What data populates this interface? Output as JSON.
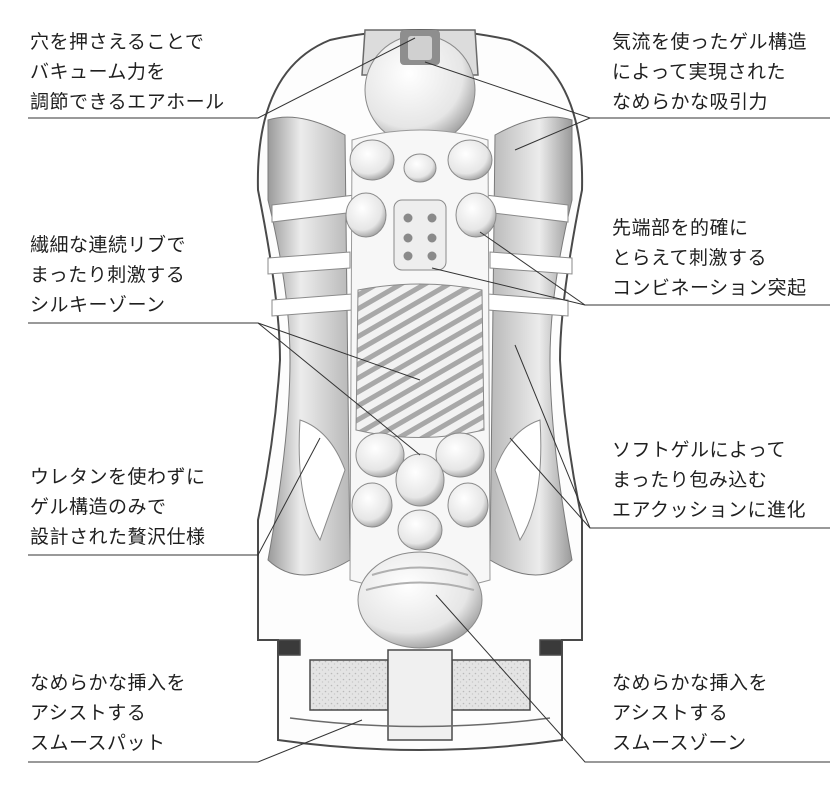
{
  "callouts": {
    "vacuum_hole": {
      "lines": [
        "穴を押さえることで",
        "バキューム力を",
        "調節できるエアホール"
      ]
    },
    "air_gel": {
      "lines": [
        "気流を使ったゲル構造",
        "によって実現された",
        "なめらかな吸引力"
      ]
    },
    "silky_zone": {
      "lines": [
        "繊細な連続リブで",
        "まったり刺激する",
        "シルキーゾーン"
      ]
    },
    "tip_zone": {
      "lines": [
        "先端部を的確に",
        "とらえて刺激する",
        "コンビネーション突起"
      ]
    },
    "urethane_free": {
      "lines": [
        "ウレタンを使わずに",
        "ゲル構造のみで",
        "設計された贅沢仕様"
      ]
    },
    "soft_gel": {
      "lines": [
        "ソフトゲルによって",
        "まったり包み込む",
        "エアクッションに進化"
      ]
    },
    "smooth_pad": {
      "lines": [
        "なめらかな挿入を",
        "アシストする",
        "スムースパット"
      ]
    },
    "smooth_zone": {
      "lines": [
        "なめらかな挿入を",
        "アシストする",
        "スムースゾーン"
      ]
    }
  }
}
